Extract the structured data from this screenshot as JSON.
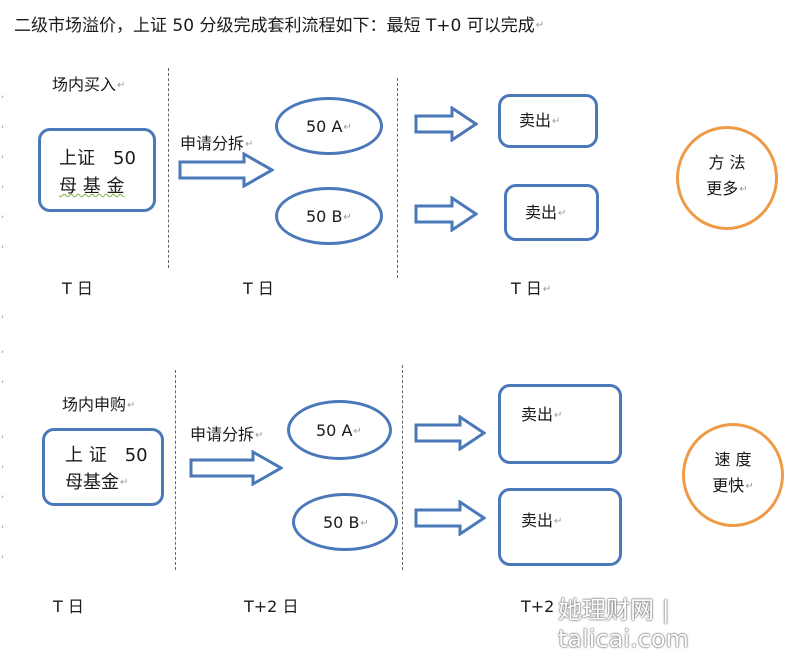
{
  "header": "二级市场溢价，上证 50 分级完成套利流程如下：最短 T+0 可以完成",
  "row1": {
    "section_label": "场内买入",
    "fund_box": {
      "line1": "上证　50",
      "line2": "母 基 金"
    },
    "split_label": "申请分拆",
    "share_a": "50 A",
    "share_b": "50 B",
    "sell_a": "卖出",
    "sell_b": "卖出",
    "day1": "T 日",
    "day2": "T 日",
    "day3": "T 日",
    "note_line1": "方 法",
    "note_line2": "更多"
  },
  "row2": {
    "section_label": "场内申购",
    "fund_box": {
      "line1": "上 证　50",
      "line2": "母基金"
    },
    "split_label": "申请分拆",
    "share_a": "50 A",
    "share_b": "50 B",
    "sell_a": "卖出",
    "sell_b": "卖出",
    "day1": "T 日",
    "day2": "T+2 日",
    "day3": "T+2",
    "note_line1": "速 度",
    "note_line2": "更快"
  },
  "watermark": "她理财网 | talicai.com",
  "colors": {
    "shape_border": "#4a78b8",
    "note_border": "#ef9a46"
  }
}
